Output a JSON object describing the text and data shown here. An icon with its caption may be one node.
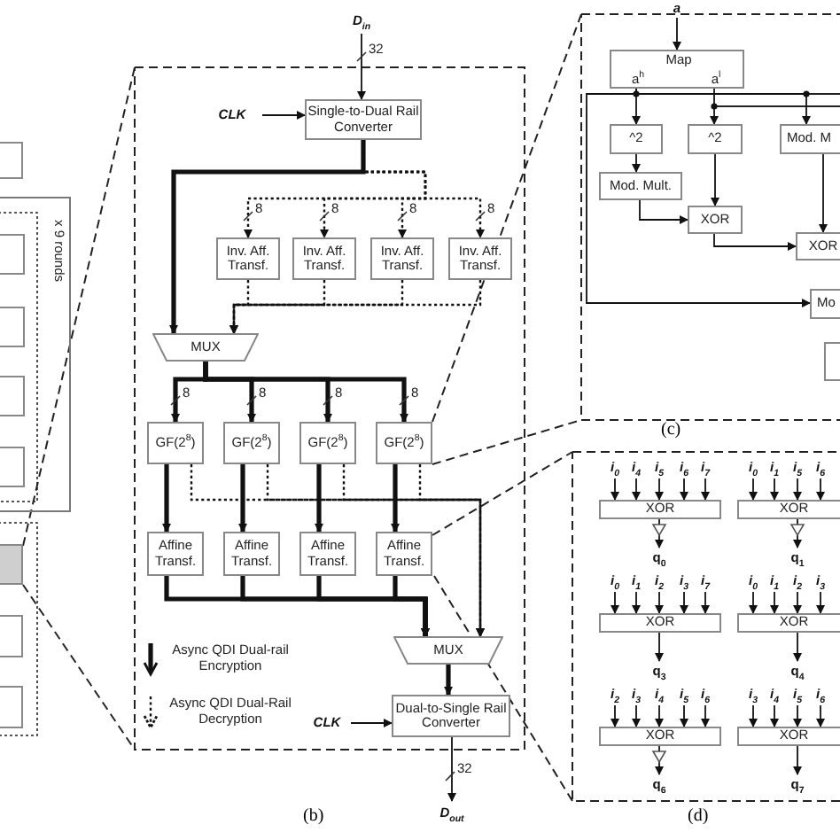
{
  "diagram": {
    "nodes": [
      {
        "text": [],
        "shape": "box"
      },
      {
        "text": [
          "x 9 rounds"
        ]
      },
      {
        "text": [],
        "shape": "box",
        "in": 1
      },
      {
        "text": [],
        "shape": "box",
        "in": 1
      },
      {
        "text": [],
        "shape": "box",
        "in": 1
      },
      {
        "text": [],
        "shape": "box",
        "in": 1
      },
      {
        "text": [],
        "shape": "box"
      },
      {
        "text": [],
        "shape": "box"
      },
      {
        "text": [],
        "shape": "box"
      },
      {
        "text": [
          "D$_{in}$"
        ]
      },
      {
        "text": [
          "CLK"
        ]
      },
      {
        "text": [
          "Single-to-Dual Rail Converter"
        ]
      },
      {
        "text": [
          "Inv. Aff. Transf."
        ]
      },
      {
        "text": [
          "Inv. Aff. Transf."
        ]
      },
      {
        "text": [
          "Inv. Aff. Transf."
        ]
      },
      {
        "text": [
          "Inv. Aff. Transf."
        ]
      },
      {
        "text": [
          "MUX"
        ]
      },
      {
        "text": [
          "GF(2$^{8}$)"
        ]
      },
      {
        "text": [
          "GF(2$^{8}$)"
        ]
      },
      {
        "text": [
          "GF(2$^{8}$)"
        ]
      },
      {
        "text": [
          "GF(2$^{8}$)"
        ]
      },
      {
        "text": [
          "Affine Transf."
        ]
      },
      {
        "text": [
          "Affine Transf."
        ]
      },
      {
        "text": [
          "Affine Transf."
        ]
      },
      {
        "text": [
          "Affine Transf."
        ]
      },
      {
        "text": [
          "MUX"
        ]
      },
      {
        "text": [
          "CLK"
        ]
      },
      {
        "text": [
          "Dual-to-Single Rail Converter"
        ]
      },
      {
        "text": [
          "D$_{out}$"
        ]
      },
      {
        "text": [
          "a"
        ]
      },
      {
        "text": [
          "Map",
          "a$^{h}$",
          "a$^{l}$"
        ]
      },
      {
        "text": [
          "^2"
        ]
      },
      {
        "text": [
          "^2"
        ]
      },
      {
        "text": [
          "Mod. M"
        ]
      },
      {
        "text": [
          "Mod. Mult."
        ]
      },
      {
        "text": [
          "XOR"
        ]
      },
      {
        "text": [
          "XOR"
        ]
      },
      {
        "text": [
          "Mo"
        ]
      },
      {
        "text": [],
        "shape": "box"
      },
      {
        "text": [
          "i$_{0}$"
        ]
      },
      {
        "text": [
          "i$_{4}$"
        ]
      },
      {
        "text": [
          "i$_{5}$"
        ]
      },
      {
        "text": [
          "i$_{6}$"
        ]
      },
      {
        "text": [
          "i$_{7}$"
        ]
      },
      {
        "text": [
          "XOR"
        ]
      },
      {
        "text": [
          "q$_{0}$"
        ]
      },
      {
        "text": [
          "i$_{0}$"
        ]
      },
      {
        "text": [
          "i$_{1}$"
        ]
      },
      {
        "text": [
          "i$_{5}$"
        ]
      },
      {
        "text": [
          "i$_{6}$"
        ]
      },
      {
        "text": [
          "XOR"
        ]
      },
      {
        "text": [
          "q$_{1}$"
        ]
      },
      {
        "text": [
          "i$_{0}$"
        ]
      },
      {
        "text": [
          "i$_{1}$"
        ]
      },
      {
        "text": [
          "i$_{2}$"
        ]
      },
      {
        "text": [
          "i$_{3}$"
        ]
      },
      {
        "text": [
          "i$_{7}$"
        ]
      },
      {
        "text": [
          "XOR"
        ]
      },
      {
        "text": [
          "q$_{3}$"
        ]
      },
      {
        "text": [
          "i$_{0}$"
        ]
      },
      {
        "text": [
          "i$_{1}$"
        ]
      },
      {
        "text": [
          "i$_{2}$"
        ]
      },
      {
        "text": [
          "i$_{3}$"
        ]
      },
      {
        "text": [
          "XOR"
        ]
      },
      {
        "text": [
          "q$_{4}$"
        ]
      },
      {
        "text": [
          "i$_{2}$"
        ]
      },
      {
        "text": [
          "i$_{3}$"
        ]
      },
      {
        "text": [
          "i$_{4}$"
        ]
      },
      {
        "text": [
          "i$_{5}$"
        ]
      },
      {
        "text": [
          "i$_{6}$"
        ]
      },
      {
        "text": [
          "XOR"
        ]
      },
      {
        "text": [
          "q$_{6}$"
        ]
      },
      {
        "text": [
          "i$_{3}$"
        ]
      },
      {
        "text": [
          "i$_{4}$"
        ]
      },
      {
        "text": [
          "i$_{5}$"
        ]
      },
      {
        "text": [
          "i$_{6}$"
        ]
      },
      {
        "text": [
          "XOR"
        ]
      },
      {
        "text": [
          "q$_{7}$"
        ]
      }
    ],
    "edges": [
      {
        "from": 9,
        "to": 11,
        "arrow": "to",
        "label": "32"
      },
      {
        "from": 10,
        "to": 11,
        "arrow": "to"
      },
      {
        "from": 11,
        "to": 16,
        "arrow": "to",
        "style": "thick"
      },
      {
        "from": 11,
        "to": 12,
        "arrow": "to",
        "style": "dashed",
        "label": "8"
      },
      {
        "from": 11,
        "to": 13,
        "arrow": "to",
        "style": "dashed",
        "label": "8"
      },
      {
        "from": 11,
        "to": 14,
        "arrow": "to",
        "style": "dashed",
        "label": "8"
      },
      {
        "from": 11,
        "to": 15,
        "arrow": "to",
        "style": "dashed",
        "label": "8"
      },
      {
        "from": 12,
        "to": 16,
        "arrow": "to",
        "style": "dashed"
      },
      {
        "from": 13,
        "to": 16,
        "arrow": "to",
        "style": "dashed"
      },
      {
        "from": 14,
        "to": 16,
        "arrow": "to",
        "style": "dashed"
      },
      {
        "from": 15,
        "to": 16,
        "arrow": "to",
        "style": "dashed"
      },
      {
        "from": 16,
        "to": 17,
        "arrow": "to",
        "style": "thick",
        "label": "8"
      },
      {
        "from": 16,
        "to": 18,
        "arrow": "to",
        "style": "thick",
        "label": "8"
      },
      {
        "from": 16,
        "to": 19,
        "arrow": "to",
        "style": "thick",
        "label": "8"
      },
      {
        "from": 16,
        "to": 20,
        "arrow": "to",
        "style": "thick",
        "label": "8"
      },
      {
        "from": 17,
        "to": 21,
        "arrow": "to",
        "style": "thick"
      },
      {
        "from": 18,
        "to": 22,
        "arrow": "to",
        "style": "thick"
      },
      {
        "from": 19,
        "to": 23,
        "arrow": "to",
        "style": "thick"
      },
      {
        "from": 20,
        "to": 24,
        "arrow": "to",
        "style": "thick"
      },
      {
        "from": 17,
        "to": 25,
        "arrow": "to",
        "style": "dashed"
      },
      {
        "from": 18,
        "to": 25,
        "arrow": "to",
        "style": "dashed"
      },
      {
        "from": 19,
        "to": 25,
        "arrow": "to",
        "style": "dashed"
      },
      {
        "from": 20,
        "to": 25,
        "arrow": "to",
        "style": "dashed"
      },
      {
        "from": 21,
        "to": 25,
        "arrow": "to",
        "style": "thick"
      },
      {
        "from": 22,
        "to": 25,
        "arrow": "to",
        "style": "thick"
      },
      {
        "from": 23,
        "to": 25,
        "arrow": "to",
        "style": "thick"
      },
      {
        "from": 24,
        "to": 25,
        "arrow": "to",
        "style": "thick"
      },
      {
        "from": 25,
        "to": 27,
        "arrow": "to",
        "style": "thick"
      },
      {
        "from": 26,
        "to": 27,
        "arrow": "to"
      },
      {
        "from": 27,
        "to": 28,
        "arrow": "to",
        "label": "32"
      },
      {
        "from": 29,
        "to": 30,
        "arrow": "to"
      },
      {
        "from": 30,
        "to": 31,
        "arrow": "to"
      },
      {
        "from": 30,
        "to": 32,
        "arrow": "to"
      },
      {
        "from": 30,
        "to": 33,
        "arrow": "to"
      },
      {
        "from": 31,
        "to": 34,
        "arrow": "to"
      },
      {
        "from": 34,
        "to": 35,
        "arrow": "to"
      },
      {
        "from": 32,
        "to": 35,
        "arrow": "to"
      },
      {
        "from": 33,
        "to": 36,
        "arrow": "to"
      },
      {
        "from": 35,
        "to": 36,
        "arrow": "to"
      },
      {
        "from": 30,
        "to": 37,
        "arrow": "to"
      },
      {
        "from": 39,
        "to": 44,
        "arrow": "to"
      },
      {
        "from": 40,
        "to": 44,
        "arrow": "to"
      },
      {
        "from": 41,
        "to": 44,
        "arrow": "to"
      },
      {
        "from": 42,
        "to": 44,
        "arrow": "to"
      },
      {
        "from": 43,
        "to": 44,
        "arrow": "to"
      },
      {
        "from": 44,
        "to": 45,
        "arrow": "to"
      },
      {
        "from": 46,
        "to": 50,
        "arrow": "to"
      },
      {
        "from": 47,
        "to": 50,
        "arrow": "to"
      },
      {
        "from": 48,
        "to": 50,
        "arrow": "to"
      },
      {
        "from": 49,
        "to": 50,
        "arrow": "to"
      },
      {
        "from": 50,
        "to": 51,
        "arrow": "to"
      },
      {
        "from": 52,
        "to": 57,
        "arrow": "to"
      },
      {
        "from": 53,
        "to": 57,
        "arrow": "to"
      },
      {
        "from": 54,
        "to": 57,
        "arrow": "to"
      },
      {
        "from": 55,
        "to": 57,
        "arrow": "to"
      },
      {
        "from": 56,
        "to": 57,
        "arrow": "to"
      },
      {
        "from": 57,
        "to": 58,
        "arrow": "to"
      },
      {
        "from": 59,
        "to": 63,
        "arrow": "to"
      },
      {
        "from": 60,
        "to": 63,
        "arrow": "to"
      },
      {
        "from": 61,
        "to": 63,
        "arrow": "to"
      },
      {
        "from": 62,
        "to": 63,
        "arrow": "to"
      },
      {
        "from": 63,
        "to": 64,
        "arrow": "to"
      },
      {
        "from": 65,
        "to": 70,
        "arrow": "to"
      },
      {
        "from": 66,
        "to": 70,
        "arrow": "to"
      },
      {
        "from": 67,
        "to": 70,
        "arrow": "to"
      },
      {
        "from": 68,
        "to": 70,
        "arrow": "to"
      },
      {
        "from": 69,
        "to": 70,
        "arrow": "to"
      },
      {
        "from": 70,
        "to": 71,
        "arrow": "to"
      },
      {
        "from": 72,
        "to": 76,
        "arrow": "to"
      },
      {
        "from": 73,
        "to": 76,
        "arrow": "to"
      },
      {
        "from": 74,
        "to": 76,
        "arrow": "to"
      },
      {
        "from": 75,
        "to": 76,
        "arrow": "to"
      },
      {
        "from": 76,
        "to": 77,
        "arrow": "to"
      }
    ],
    "labels": [
      "(b)",
      "(c)",
      "(d)"
    ],
    "legend": [
      {
        "text": "Async QDI Dual-rail Encryption"
      },
      {
        "text": "Async QDI Dual-Rail Decryption"
      }
    ]
  }
}
